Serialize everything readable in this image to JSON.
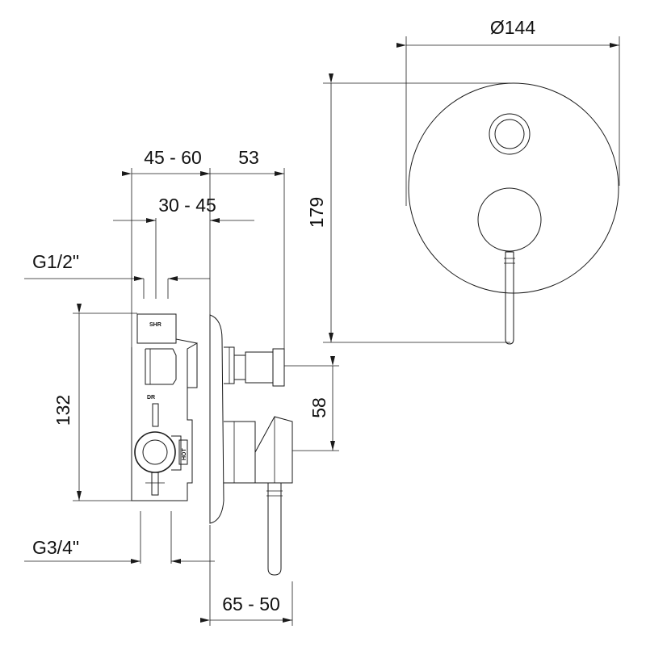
{
  "dimensions": {
    "diameter": "Ø144",
    "height_plate": "179",
    "depth_body": "45 - 60",
    "depth_handle": "53",
    "depth_inlet": "30 - 45",
    "inlet_thread": "G1/2\"",
    "height_body": "132",
    "outlet_offset": "58",
    "outlet_thread": "G3/4\"",
    "spout_depth": "65 - 50"
  },
  "port_labels": {
    "shower": "SHR",
    "diverter": "DR",
    "hot": "HOT"
  }
}
